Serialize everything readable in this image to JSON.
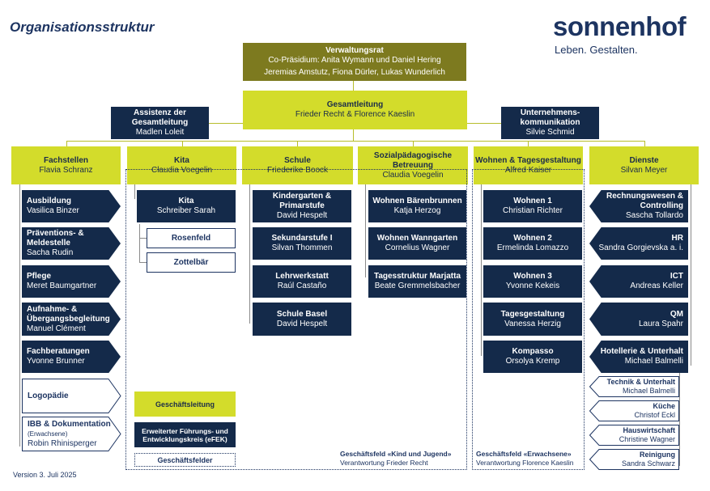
{
  "title": "Organisationsstruktur",
  "logo": {
    "name": "sonnenhof",
    "slogan": "Leben. Gestalten."
  },
  "version": "Version 3. Juli 2025",
  "top": {
    "verwaltungsrat": {
      "title": "Verwaltungsrat",
      "line1": "Co-Präsidium: Anita Wymann und Daniel Hering",
      "line2": "Jeremias Amstutz, Fiona Dürler, Lukas Wunderlich"
    },
    "gesamtleitung": {
      "title": "Gesamtleitung",
      "names": "Frieder Recht & Florence Kaeslin"
    },
    "assistenz": {
      "title": "Assistenz der Gesamtleitung",
      "name": "Madlen Loleit"
    },
    "kommunikation": {
      "title": "Unternehmens-kommunikation",
      "name": "Silvie Schmid"
    }
  },
  "columns": [
    {
      "title": "Fachstellen",
      "name": "Flavia Schranz"
    },
    {
      "title": "Kita",
      "name": "Claudia Voegelin"
    },
    {
      "title": "Schule",
      "name": "Friederike Boock"
    },
    {
      "title": "Sozialpädagogische Betreuung",
      "name": "Claudia Voegelin"
    },
    {
      "title": "Wohnen & Tagesgestaltung",
      "name": "Alfred Kaiser"
    },
    {
      "title": "Dienste",
      "name": "Silvan Meyer"
    }
  ],
  "fachstellen": [
    {
      "title": "Ausbildung",
      "name": "Vasilica Binzer"
    },
    {
      "title": "Präventions- & Meldestelle",
      "name": "Sacha Rudin"
    },
    {
      "title": "Pflege",
      "name": "Meret Baumgartner"
    },
    {
      "title": "Aufnahme- & Übergangsbegleitung",
      "name": "Manuel Clément"
    },
    {
      "title": "Fachberatungen",
      "name": "Yvonne Brunner"
    },
    {
      "title": "Logopädie",
      "name": ""
    },
    {
      "title": "IBB & Dokumentation",
      "sub": "(Erwachsene)",
      "name": "Robin Rhinisperger"
    }
  ],
  "kita": {
    "main": {
      "title": "Kita",
      "name": "Schreiber Sarah"
    },
    "subs": [
      "Rosenfeld",
      "Zottelbär"
    ]
  },
  "schule": [
    {
      "title": "Kindergarten & Primarstufe",
      "name": "David Hespelt"
    },
    {
      "title": "Sekundarstufe I",
      "name": "Silvan Thommen"
    },
    {
      "title": "Lehrwerkstatt",
      "name": "Raúl Castaño"
    },
    {
      "title": "Schule Basel",
      "name": "David Hespelt"
    }
  ],
  "sozial": [
    {
      "title": "Wohnen Bärenbrunnen",
      "name": "Katja Herzog"
    },
    {
      "title": "Wohnen Wanngarten",
      "name": "Cornelius Wagner"
    },
    {
      "title": "Tagesstruktur Marjatta",
      "name": "Beate Gremmelsbacher"
    }
  ],
  "wohnen": [
    {
      "title": "Wohnen 1",
      "name": "Christian Richter"
    },
    {
      "title": "Wohnen 2",
      "name": "Ermelinda Lomazzo"
    },
    {
      "title": "Wohnen 3",
      "name": "Yvonne Kekeis"
    },
    {
      "title": "Tagesgestaltung",
      "name": "Vanessa Herzig"
    },
    {
      "title": "Kompasso",
      "name": "Orsolya Kremp"
    }
  ],
  "dienste": [
    {
      "title": "Rechnungswesen & Controlling",
      "name": "Sascha Tollardo"
    },
    {
      "title": "HR",
      "name": "Sandra Gorgievska a. i."
    },
    {
      "title": "ICT",
      "name": "Andreas Keller"
    },
    {
      "title": "QM",
      "name": "Laura Spahr"
    },
    {
      "title": "Hotellerie & Unterhalt",
      "name": "Michael Balmelli"
    }
  ],
  "hotellerie_subs": [
    {
      "title": "Technik & Unterhalt",
      "name": "Michael Balmelli"
    },
    {
      "title": "Küche",
      "name": "Christof Eckl"
    },
    {
      "title": "Hauswirtschaft",
      "name": "Christine Wagner"
    },
    {
      "title": "Reinigung",
      "name": "Sandra Schwarz"
    }
  ],
  "legend": {
    "geschaeftsleitung": "Geschäftsleitung",
    "efek": "Erweiterter Führungs- und Entwicklungskreis (eFEK)",
    "geschaeftsfelder": "Geschäftsfelder"
  },
  "felder": {
    "kind": {
      "title": "Geschäftsfeld «Kind und Jugend»",
      "lead": "Verantwortung Frieder Recht"
    },
    "erw": {
      "title": "Geschäftsfeld «Erwachsene»",
      "lead": "Verantwortung Florence Kaeslin"
    }
  },
  "colors": {
    "navy": "#142a4a",
    "lime": "#d3dc2b",
    "olive": "#7d7a1f"
  }
}
